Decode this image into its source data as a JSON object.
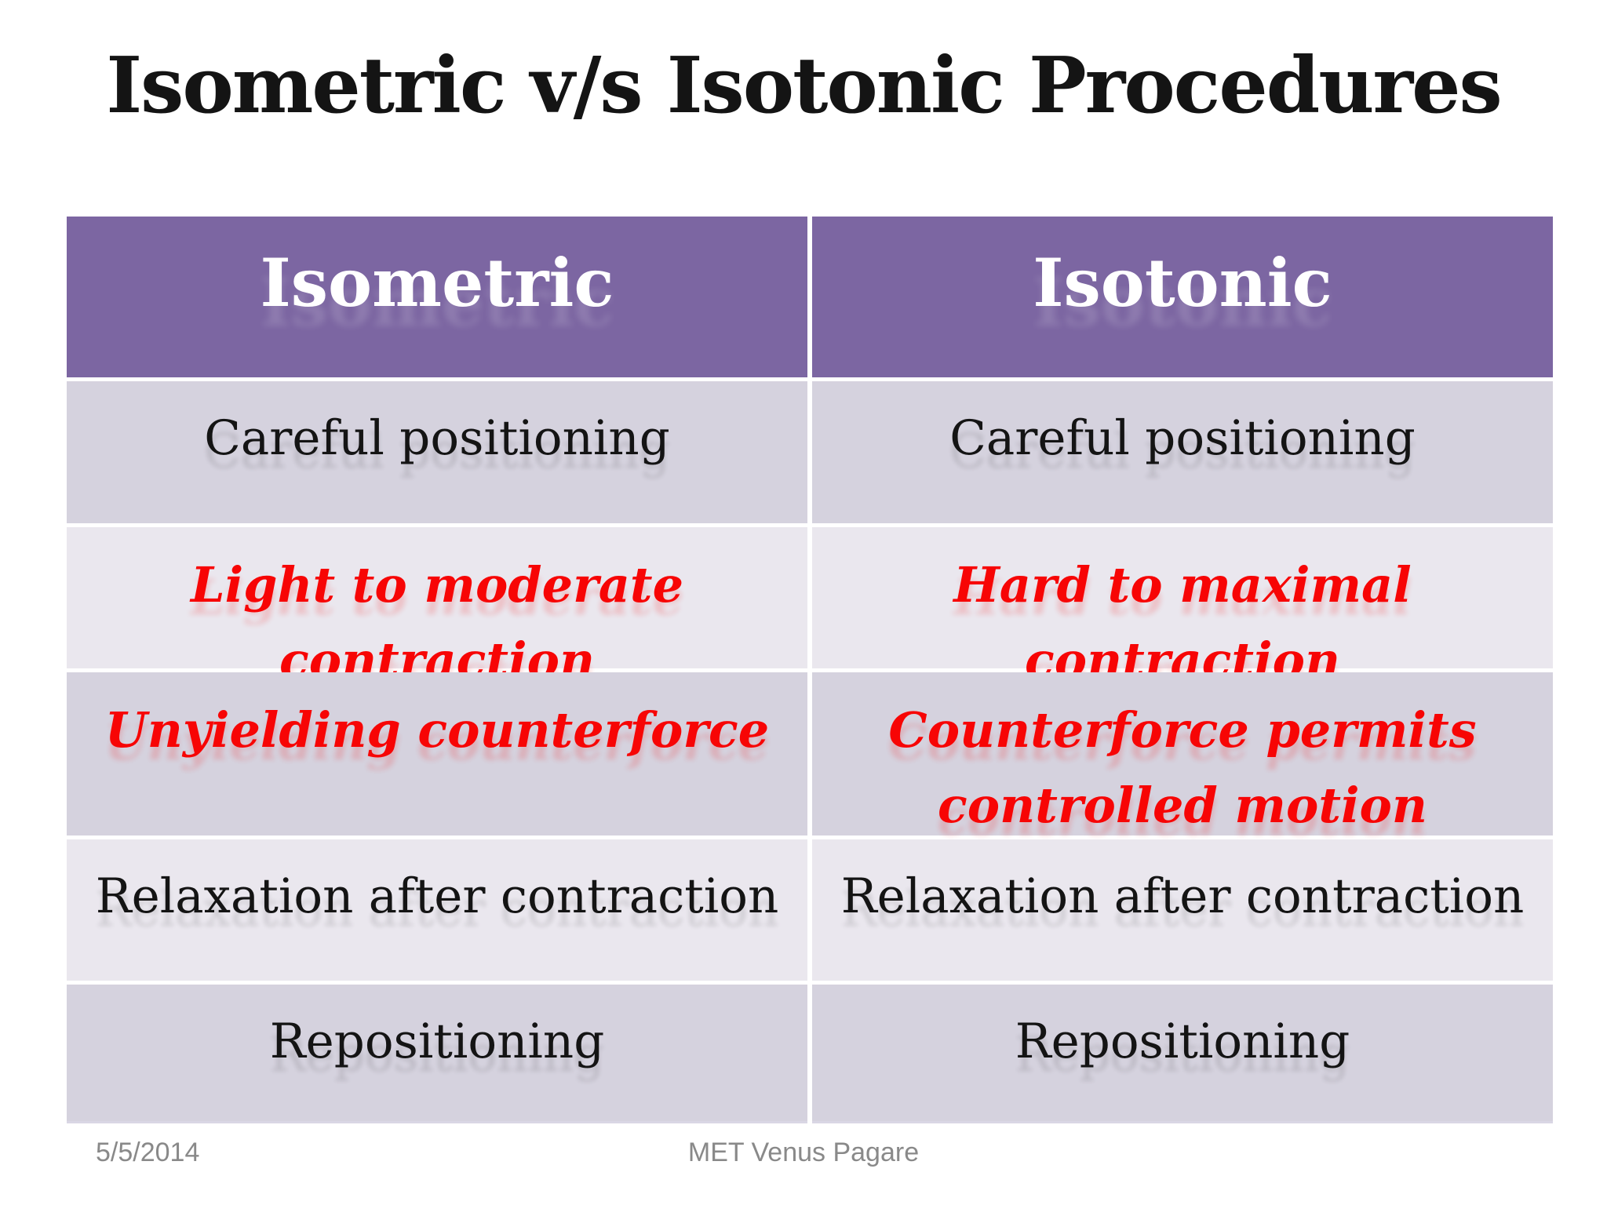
{
  "slide": {
    "title": "Isometric v/s Isotonic Procedures"
  },
  "table": {
    "columns": [
      "Isometric",
      "Isotonic"
    ],
    "rows": [
      {
        "left": "Careful positioning",
        "right": "Careful positioning",
        "emphasis": false
      },
      {
        "left": "Light to moderate contraction",
        "right": "Hard to maximal contraction",
        "emphasis": true
      },
      {
        "left": "Unyielding counterforce",
        "right": "Counterforce permits controlled motion",
        "emphasis": true
      },
      {
        "left": "Relaxation after contraction",
        "right": "Relaxation after contraction",
        "emphasis": false
      },
      {
        "left": "Repositioning",
        "right": "Repositioning",
        "emphasis": false
      }
    ]
  },
  "footer": {
    "date": "5/5/2014",
    "credit": "MET Venus Pagare"
  },
  "colors": {
    "header_purple": "#7c66a2",
    "row_dark": "#d5d2de",
    "row_light": "#eae7ee",
    "emphasis_red": "#f70505",
    "footer_gray": "#898989",
    "text_black": "#141414"
  }
}
